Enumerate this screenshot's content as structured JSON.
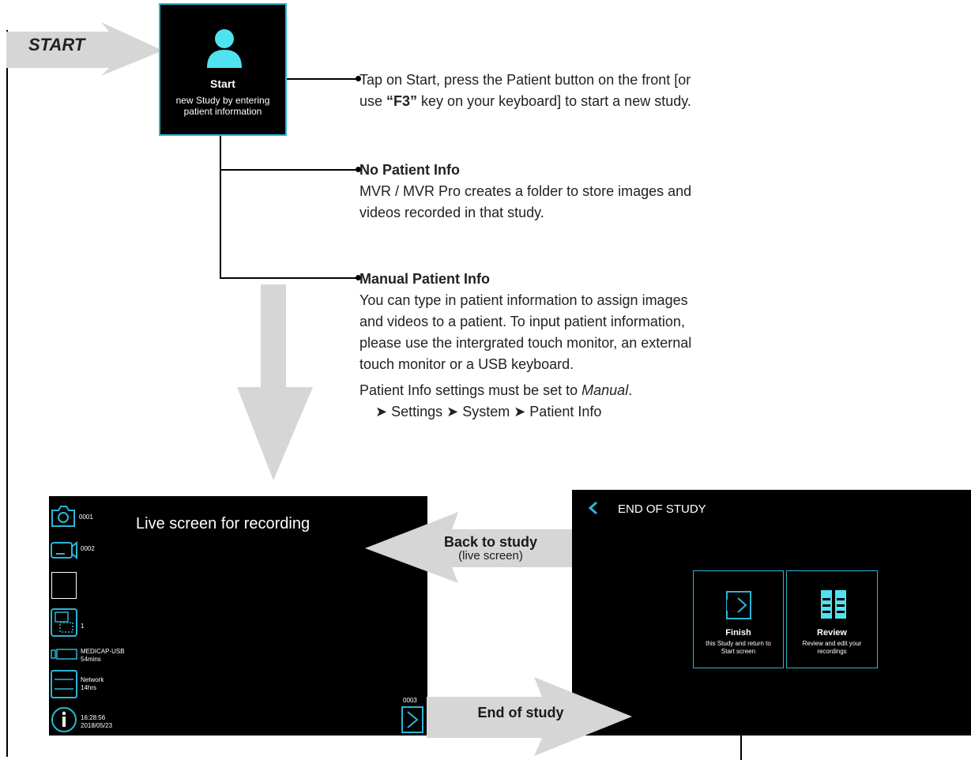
{
  "start_banner": {
    "label": "START"
  },
  "start_tile": {
    "title": "Start",
    "desc_line1": "new Study by entering",
    "desc_line2": "patient information"
  },
  "step1": {
    "line1_a": "Tap on Start, press the Patient button on the front [or",
    "line2_a": "use ",
    "line2_key": "“F3”",
    "line2_b": " key on your keyboard] to start a new study."
  },
  "no_patient": {
    "title": "No Patient Info",
    "line1": "MVR / MVR Pro creates a folder to store images and",
    "line2": "videos recorded in that study."
  },
  "manual_patient": {
    "title": "Manual Patient Info",
    "line1": "You can type in patient information to assign images",
    "line2": "and videos to a patient. To input patient information,",
    "line3": "please use the intergrated touch monitor, an external",
    "line4": "touch monitor or a USB keyboard.",
    "note_a": "Patient Info settings must be set to ",
    "note_italic": "Manual",
    "note_b": ".",
    "path": "➤ Settings ➤ System ➤ Patient Info"
  },
  "live_screen": {
    "title": "Live screen for recording",
    "photo_count": "0001",
    "video_count": "0002",
    "layout_count": "1",
    "usb_name": "MEDICAP-USB",
    "usb_time": "54mins",
    "network_name": "Network",
    "network_time": "14hrs",
    "time": "16:28:56",
    "date": "2018/05/23",
    "next_count": "0003"
  },
  "end_screen": {
    "title": "END OF STUDY",
    "finish_title": "Finish",
    "finish_desc1": "this Study and return to",
    "finish_desc2": "Start screen",
    "review_title": "Review",
    "review_desc1": "Review and edit your",
    "review_desc2": "recordings"
  },
  "back_arrow": {
    "title": "Back to study",
    "subtitle": "(live screen)"
  },
  "end_arrow": {
    "label": "End of study"
  },
  "colors": {
    "accent": "#2bb6d6",
    "icon_cyan": "#4fe3f0",
    "arrow_gray": "#d6d6d6"
  },
  "icons": [
    "person-icon",
    "camera-icon",
    "video-icon",
    "layout-icon",
    "usb-icon",
    "network-icon",
    "info-icon",
    "next-icon",
    "back-chevron-icon",
    "finish-icon",
    "review-icon"
  ]
}
